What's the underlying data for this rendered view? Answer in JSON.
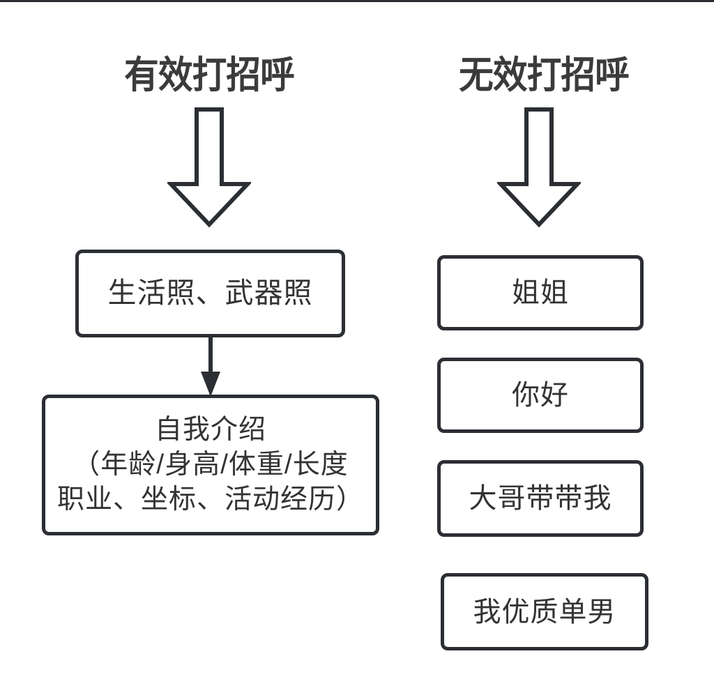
{
  "diagram": {
    "columns": [
      {
        "id": "effective",
        "title": "有效打招呼",
        "arrow_icon": "arrow-down-outline-icon",
        "boxes": [
          {
            "text": "生活照、武器照"
          },
          {
            "text": "自我介绍\n（年龄/身高/体重/长度\n职业、坐标、活动经历）"
          }
        ],
        "connector_icon": "arrow-down-solid-icon"
      },
      {
        "id": "ineffective",
        "title": "无效打招呼",
        "arrow_icon": "arrow-down-outline-icon",
        "boxes": [
          {
            "text": "姐姐"
          },
          {
            "text": "你好"
          },
          {
            "text": "大哥带带我"
          },
          {
            "text": "我优质单男"
          }
        ]
      }
    ],
    "colors": {
      "stroke": "#2b2e33",
      "title_text": "#3b3b3b",
      "box_text": "#333333",
      "background": "#ffffff"
    }
  }
}
